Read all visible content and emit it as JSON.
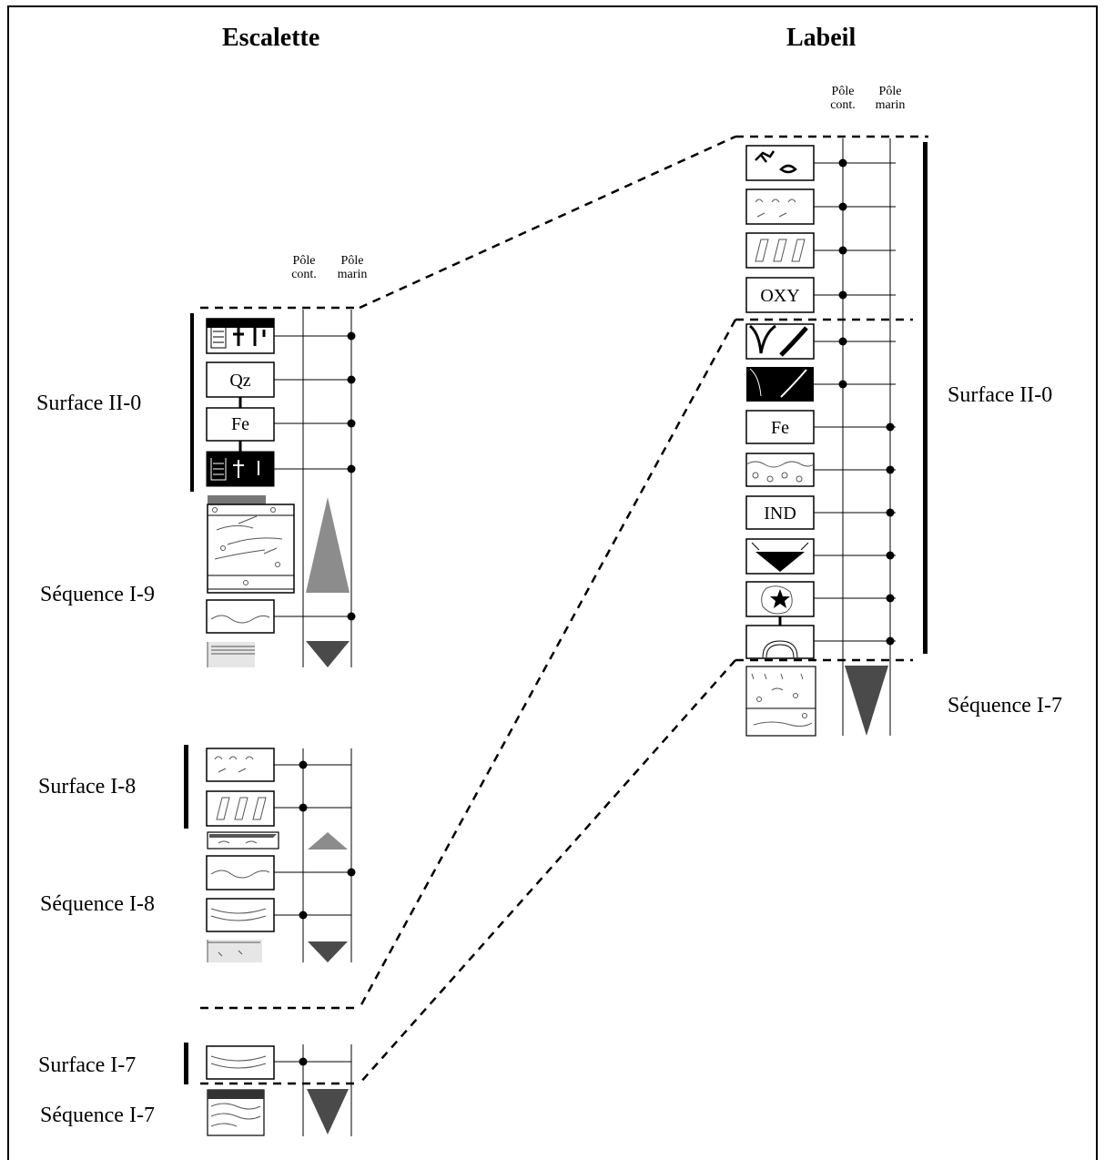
{
  "titles": {
    "left": "Escalette",
    "right": "Labeil"
  },
  "pole_headers": {
    "continental": [
      "Pôle",
      "cont."
    ],
    "marine": [
      "Pôle",
      "marin"
    ]
  },
  "left_labels": {
    "surface_ii0": "Surface II-0",
    "sequence_i9": "Séquence I-9",
    "surface_i8": "Surface I-8",
    "sequence_i8": "Séquence I-8",
    "surface_i7": "Surface I-7",
    "sequence_i7": "Séquence I-7"
  },
  "right_labels": {
    "surface_ii0": "Surface II-0",
    "sequence_i7": "Séquence I-7"
  },
  "boxes": {
    "left_qz": "Qz",
    "left_fe": "Fe",
    "right_oxy": "OXY",
    "right_fe": "Fe",
    "right_ind": "IND"
  },
  "colors": {
    "trend_light": "#8c8c8c",
    "trend_dark": "#4a4a4a"
  }
}
